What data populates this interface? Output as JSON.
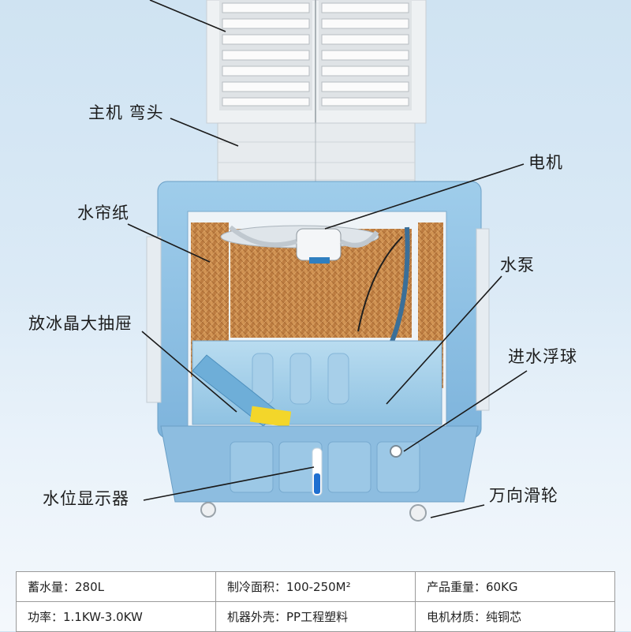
{
  "labels": {
    "elbow": "主机 弯头",
    "motor": "电机",
    "curtain_paper": "水帘纸",
    "pump": "水泵",
    "ice_drawer": "放冰晶大抽屉",
    "float_ball": "进水浮球",
    "level_indicator": "水位显示器",
    "casters": "万向滑轮"
  },
  "specs": [
    [
      "蓄水量：280L",
      "制冷面积：100-250M²",
      "产品重量：60KG"
    ],
    [
      "功率：1.1KW-3.0KW",
      "机器外壳：PP工程塑料",
      "电机材质：纯铜芯"
    ]
  ],
  "colors": {
    "body_blue": "#8fc0e3",
    "curtain_orange": "#c98a4a",
    "housing_white": "#eef1f3"
  }
}
